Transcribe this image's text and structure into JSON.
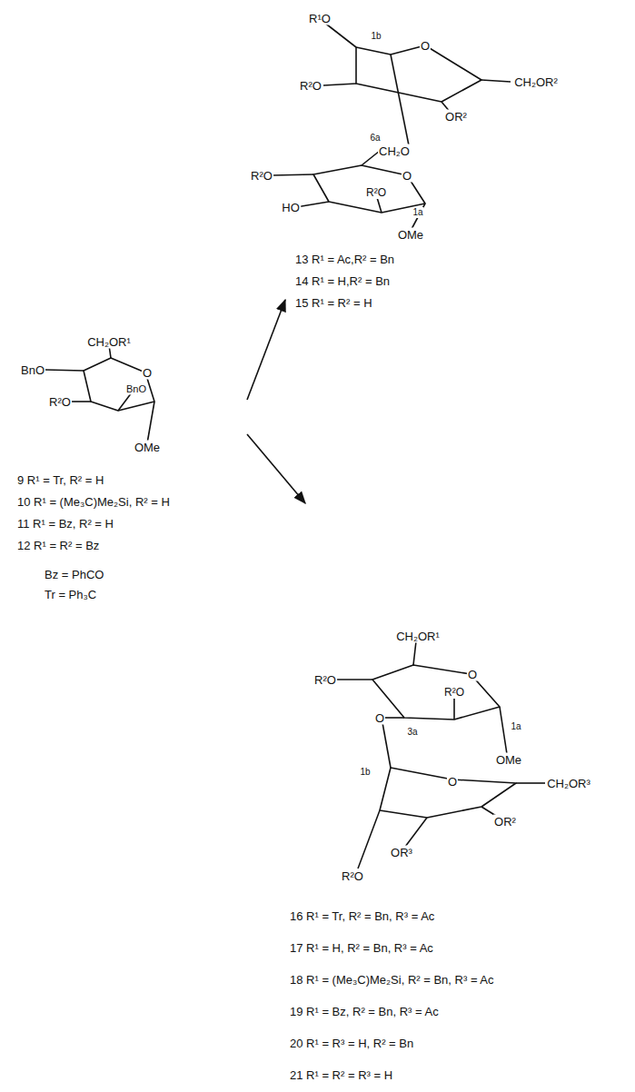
{
  "diagram": {
    "labels": [
      "R¹O",
      "1b",
      "O",
      "R²O",
      "CH₂OR²",
      "OR²",
      "6a",
      "CH₂O",
      "R²O",
      "O",
      "R²O",
      "HO",
      "1a",
      "OMe",
      "13 R¹ = Ac,R² = Bn",
      "14 R¹ = H,R² = Bn",
      "15 R¹ = R² = H",
      "CH₂OR¹",
      "BnO",
      "O",
      "R²O",
      "BnO",
      "OMe",
      "9 R¹ = Tr, R² = H",
      "10 R¹ = (Me₃C)Me₂Si, R² = H",
      "11 R¹ = Bz, R² = H",
      "12 R¹ = R² = Bz",
      "Bz = PhCO",
      "Tr = Ph₃C",
      "CH₂OR¹",
      "R²O",
      "O",
      "R²O",
      "O",
      "3a",
      "1a",
      "OMe",
      "1b",
      "O",
      "CH₂OR³",
      "OR²",
      "OR³",
      "R²O",
      "16 R¹ = Tr, R² = Bn, R³ = Ac",
      "17 R¹ = H, R² = Bn, R³ = Ac",
      "18 R¹ = (Me₃C)Me₂Si, R² = Bn, R³ = Ac",
      "19 R¹ = Bz, R² = Bn, R³ = Ac",
      "20 R¹ = R³ = H, R² = Bn",
      "21 R¹ = R² = R³ = H"
    ]
  }
}
